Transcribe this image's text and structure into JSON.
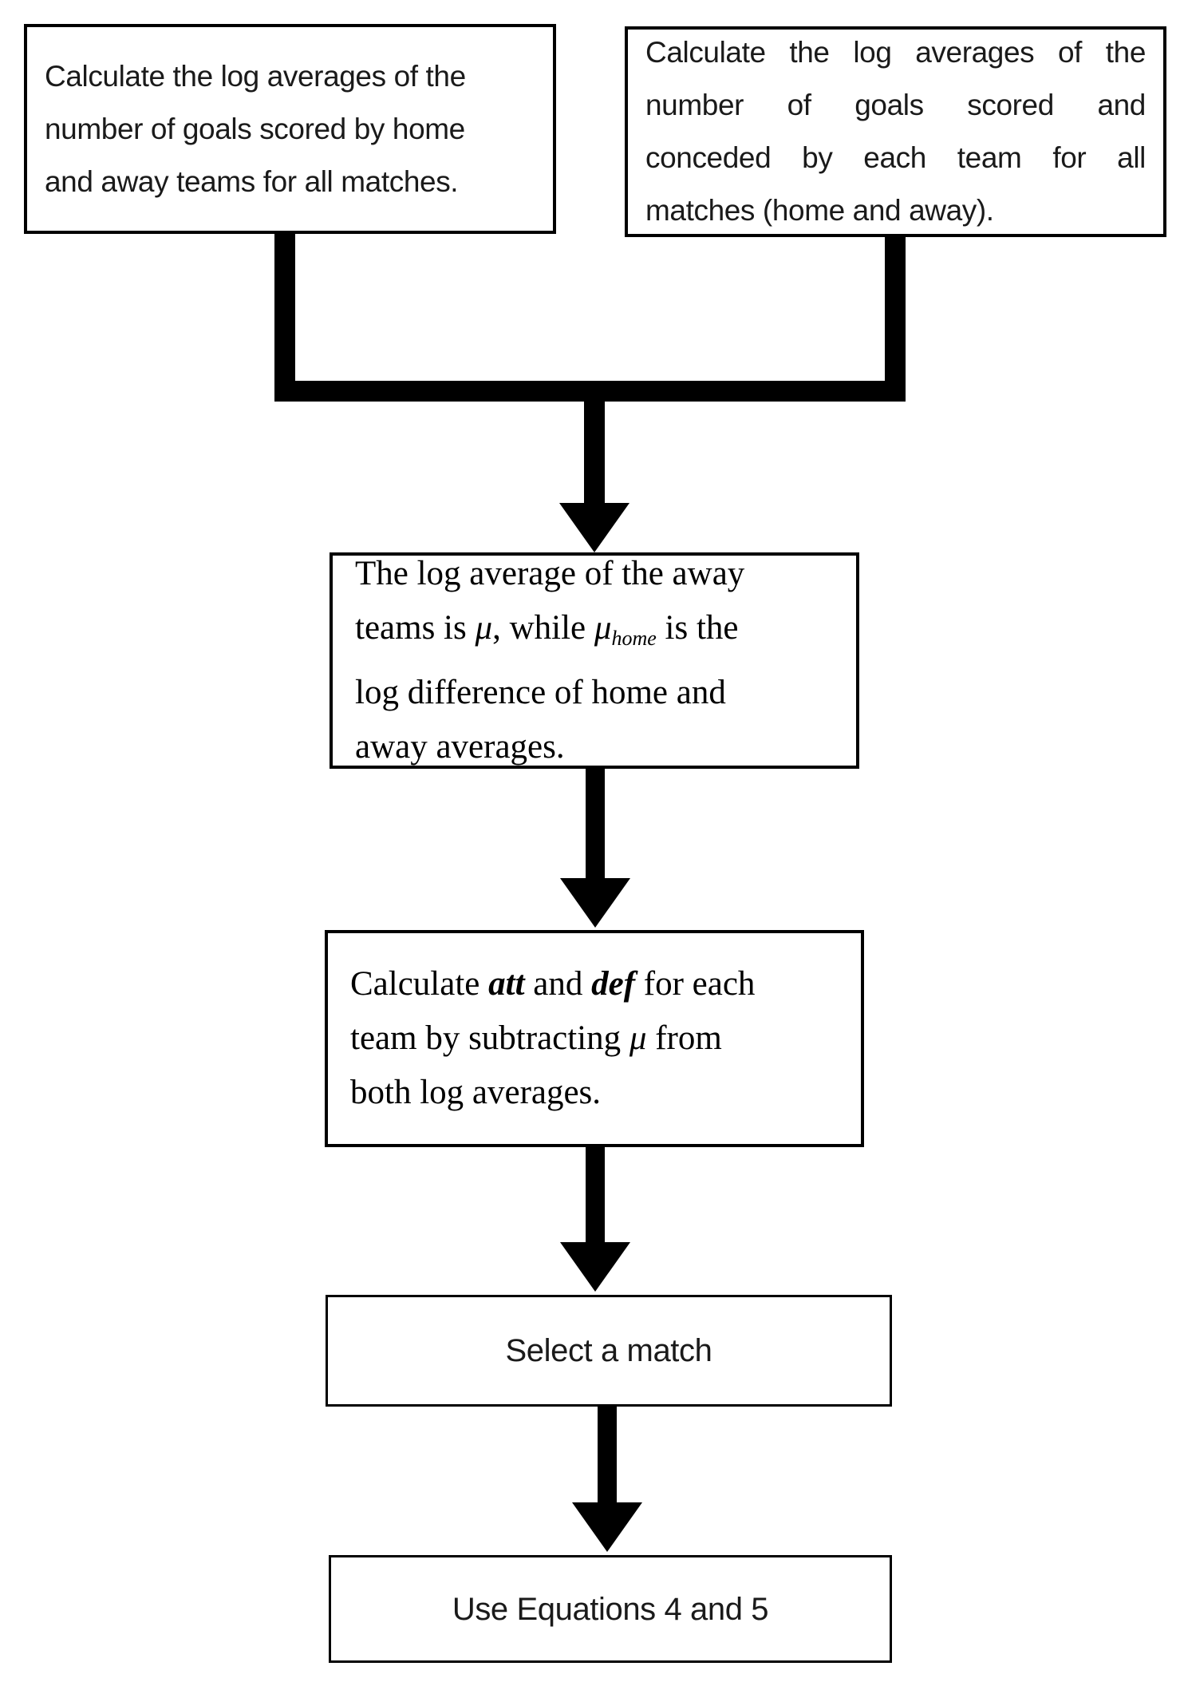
{
  "diagram": {
    "title": "Flowchart of log-average goal model procedure",
    "colors": {
      "background": "#ffffff",
      "border": "#000000",
      "connector": "#000000",
      "sans_text": "#1a1a1a",
      "serif_text": "#000000"
    },
    "nodes": {
      "calc_home_away": {
        "lines": [
          "Calculate the log averages of the",
          "number of goals scored by home",
          "and away teams for all matches."
        ],
        "full_text": "Calculate the log averages of the number of goals scored by home and away teams for all matches."
      },
      "calc_scored_conceded": {
        "lines": [
          "Calculate the log averages of the",
          "number of goals scored and",
          "conceded by each team for all",
          "matches (home and away)."
        ],
        "full_text": "Calculate the log averages of the number of goals scored and conceded by each team for all matches (home and away)."
      },
      "log_average_mu": {
        "l1": "The log average of the away",
        "l2a": "teams is ",
        "l2mu1": "μ",
        "l2b": ", while ",
        "l2mu2": "μ",
        "l2sub": "home",
        "l2c": " is the",
        "l3": "log difference of home and",
        "l4": "away averages.",
        "full_text": "The log average of the away teams is μ, while μhome is the log difference of home and away averages."
      },
      "calc_att_def": {
        "l1a": "Calculate ",
        "l1att": "att",
        "l1b": " and ",
        "l1def": "def",
        "l1c": " for each",
        "l2a": "team by subtracting ",
        "l2mu": "μ",
        "l2b": " from",
        "l3": "both log averages.",
        "full_text": "Calculate att and def for each team by subtracting μ from both log averages."
      },
      "select_match": {
        "text": "Select a match"
      },
      "use_equations": {
        "text": "Use Equations 4 and 5"
      }
    }
  }
}
